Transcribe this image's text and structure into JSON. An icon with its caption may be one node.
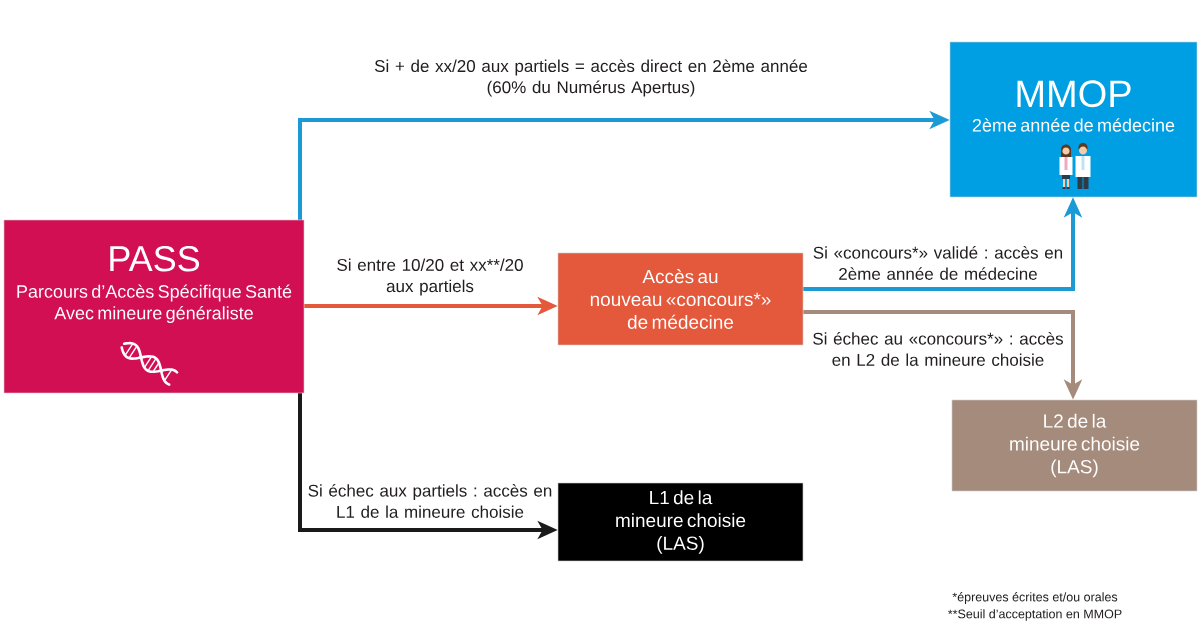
{
  "diagram": {
    "nodes": [
      {
        "text": [
          "PASS",
          "Parcours d’Accès Spécifique Santé Avec mineure généraliste"
        ]
      },
      {
        "text": [
          "MMOP",
          "2ème année de médecine"
        ]
      },
      {
        "text": [
          "Accès au nouveau «concours*» de médecine"
        ]
      },
      {
        "text": [
          "L2 de la mineure choisie (LAS)"
        ]
      },
      {
        "text": [
          "L1 de la mineure choisie (LAS)"
        ]
      }
    ],
    "edges": [
      {
        "from": 0,
        "to": 1,
        "arrow": "to",
        "label": "Si + de xx/20 aux partiels = accès direct en 2ème année (60% du Numérus Apertus)"
      },
      {
        "from": 0,
        "to": 2,
        "arrow": "to",
        "label": "Si entre 10/20 et xx**/20 aux partiels",
        "color": "#e4583b"
      },
      {
        "from": 0,
        "to": 4,
        "arrow": "to",
        "label": "Si échec aux partiels : accès en L1 de la mineure choisie",
        "color": "#1a1a1a"
      },
      {
        "from": 2,
        "to": 1,
        "arrow": "to",
        "label": "Si «concours*» validé : accès en 2ème année de médecine"
      },
      {
        "from": 2,
        "to": 3,
        "arrow": "to",
        "label": "Si échec au «concours*» : accès en L2 de la mineure choisie",
        "color": "#a58b7c"
      }
    ],
    "labels": [
      "*épreuves écrites et/ou orales",
      "**Seuil d’acceptation en MMOP"
    ]
  }
}
